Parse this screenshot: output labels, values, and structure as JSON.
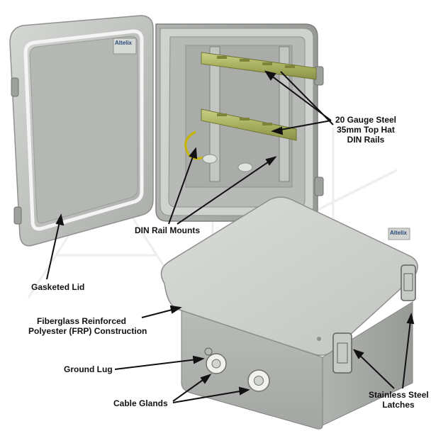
{
  "brand": {
    "logo_text": "Altelix",
    "watermark_text": "Altelix"
  },
  "callouts": {
    "din_rails": [
      "20 Gauge Steel",
      "35mm Top Hat",
      "DIN Rails"
    ],
    "din_rail_mounts": "DIN Rail Mounts",
    "gasketed_lid": "Gasketed Lid",
    "construction": [
      "Fiberglass Reinforced",
      "Polyester (FRP) Construction"
    ],
    "ground_lug": "Ground Lug",
    "cable_glands": "Cable Glands",
    "latches": [
      "Stainless Steel",
      "Latches"
    ]
  },
  "colors": {
    "enclosure_gray": "#c9ccc9",
    "interior_gray": "#b7bab6",
    "din_rail": "#a8b060",
    "gasket": "#f4f4f4"
  }
}
